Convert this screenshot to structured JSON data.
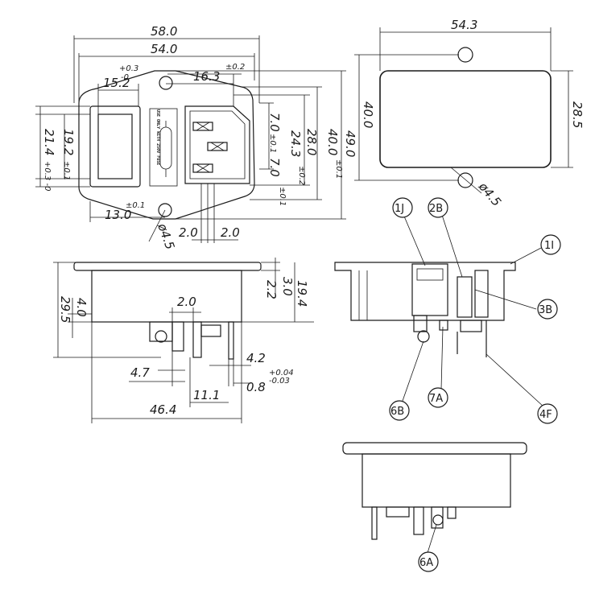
{
  "top_view": {
    "width_outer": "58.0",
    "width_inner": "54.0",
    "tol_width_plus": "+0.3",
    "tol_width_minus": "-0",
    "switch_offset": "15.2",
    "inlet_offset": "16.3",
    "tol_inlet": "±0.2",
    "pin_pitch_a": "7.0",
    "tol_pitch_a": "±0.1",
    "pin_pitch_b": "7.0",
    "tol_pitch_b": "±0.1",
    "inlet_height": "24.3",
    "tol_inlet_h": "±0.2",
    "body_height": "28.0",
    "flange_height": "40.0",
    "tol_flange_h": "±0.1",
    "total_height": "49.0",
    "switch_height": "19.2",
    "tol_switch_h": "±0.1",
    "switch_height_outer": "21.4",
    "tol_switch_outer": "+0.3 -0",
    "hole_offset": "13.0",
    "tol_hole": "±0.1",
    "hole_dia": "ø4.5",
    "pin_w_a": "2.0",
    "pin_w_b": "2.0",
    "fuse_label": "USE ONLY WITH 250V FUSE"
  },
  "cutout_view": {
    "width": "54.3",
    "height_outer": "40.0",
    "height_inner": "28.5",
    "hole_dia": "ø4.5"
  },
  "side_view": {
    "flange_thk": "3.0",
    "flange_gap": "2.2",
    "depth": "19.4",
    "total_height": "29.5",
    "step": "4.0",
    "term_w": "2.0",
    "term_gap": "4.2",
    "term_offset": "4.7",
    "term_pitch": "11.1",
    "term_thk": "0.8",
    "tol_term_plus": "+0.04",
    "tol_term_minus": "-0.03",
    "body_width": "46.4"
  },
  "section_view": {
    "callouts": [
      "1J",
      "2B",
      "1I",
      "3B",
      "6B",
      "7A",
      "4F"
    ]
  },
  "bottom_view": {
    "callouts": [
      "6A"
    ]
  }
}
